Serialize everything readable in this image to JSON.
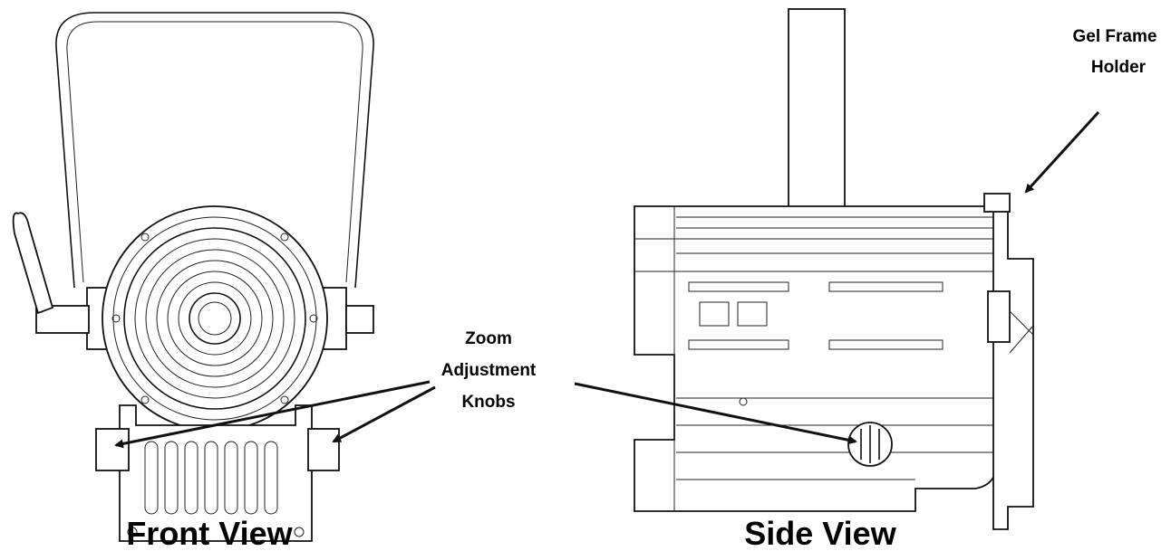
{
  "captions": {
    "front": "Front View",
    "side": "Side View"
  },
  "callouts": {
    "zoom_line1": "Zoom",
    "zoom_line2": "Adjustment",
    "zoom_line3": "Knobs",
    "gel_line1": "Gel Frame",
    "gel_line2": "Holder"
  }
}
